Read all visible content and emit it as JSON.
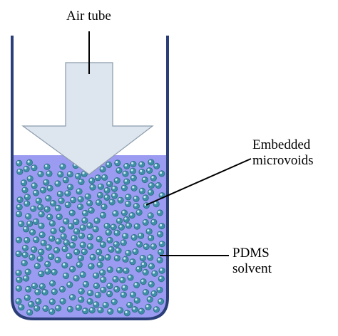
{
  "labels": {
    "air_tube": "Air tube",
    "embedded_line1": "Embedded",
    "embedded_line2": "microvoids",
    "pdms_line1": "PDMS",
    "pdms_line2": "solvent"
  },
  "colors": {
    "solvent_fill": "#9b9cf1",
    "arrow_fill": "#dde6ef",
    "arrow_stroke": "#8a9aaa",
    "bead_fill": "#3f8fa6",
    "bead_highlight": "#cfeaf2",
    "container_stroke": "#2b3e78"
  },
  "icons": {
    "container": "test-tube-container",
    "arrow": "down-arrow-icon",
    "beads": "microvoid-bubbles"
  }
}
